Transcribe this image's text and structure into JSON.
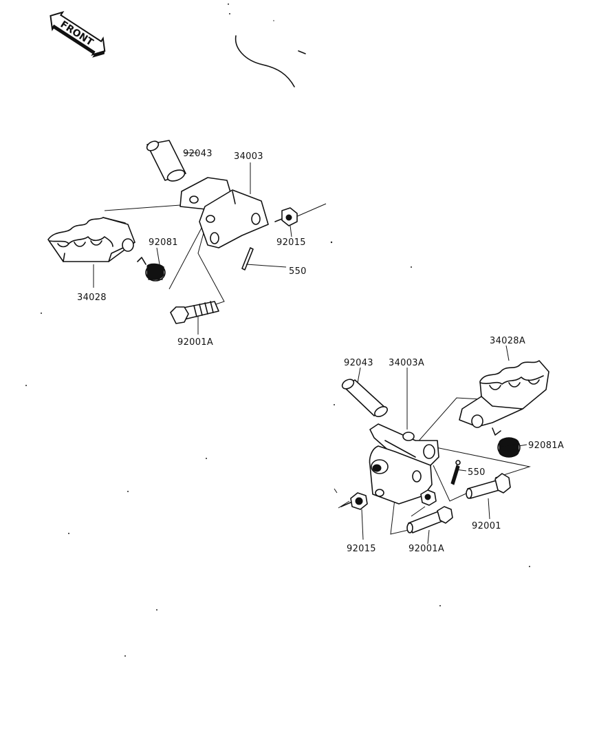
{
  "front_badge": {
    "text": "FRONT"
  },
  "left_assembly": {
    "labels": {
      "pin": "92043",
      "bracket": "34003",
      "nut": "92015",
      "spring": "92081",
      "cotter_pin": "550",
      "footpeg": "34028",
      "bolt": "92001A"
    }
  },
  "right_assembly": {
    "labels": {
      "footpeg": "34028A",
      "pin": "92043",
      "bracket": "34003A",
      "spring": "92081A",
      "cotter_pin": "550",
      "bolt": "92001",
      "nut": "92015",
      "bolt_a": "92001A"
    }
  }
}
